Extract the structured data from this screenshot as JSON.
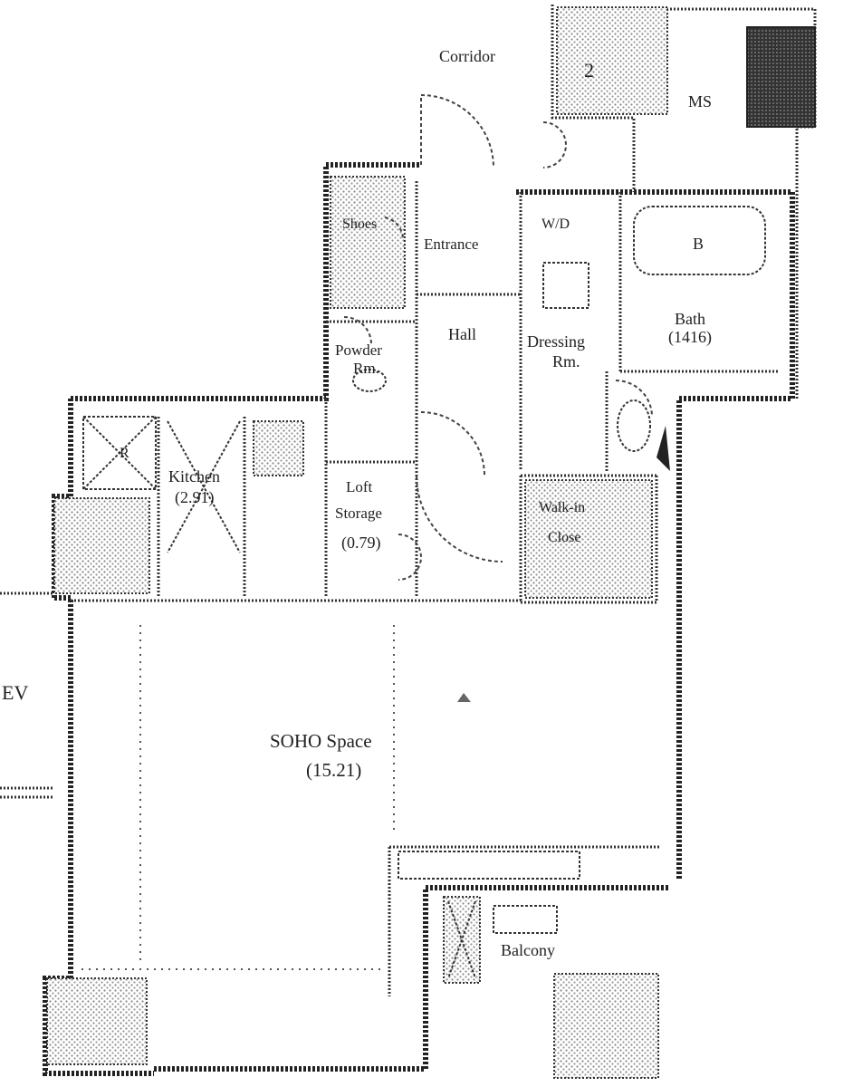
{
  "rooms": {
    "corridor": "Corridor",
    "ms": "MS",
    "ps_num": "2",
    "entrance": "Entrance",
    "shoes": "Shoes",
    "wd": "W/D",
    "dressing": "Dressing",
    "dressing_rm": "Rm.",
    "bath": "Bath",
    "bath_size": "(1416)",
    "hall": "Hall",
    "powder": "Powder",
    "powder_rm": "Rm.",
    "refrigerator": "R",
    "kitchen": "Kitchen",
    "kitchen_size": "(2.91)",
    "loft_storage": "Loft",
    "storage": "Storage",
    "storage_size": "(0.79)",
    "walkin": "Walk-in",
    "closet": "Close",
    "soho": "SOHO Space",
    "soho_size": "(15.21)",
    "ev": "EV",
    "balcony": "Balcony",
    "bath_b": "B"
  },
  "colors": {
    "ink": "#222222",
    "paper": "#ffffff",
    "hatch": "#777777"
  }
}
